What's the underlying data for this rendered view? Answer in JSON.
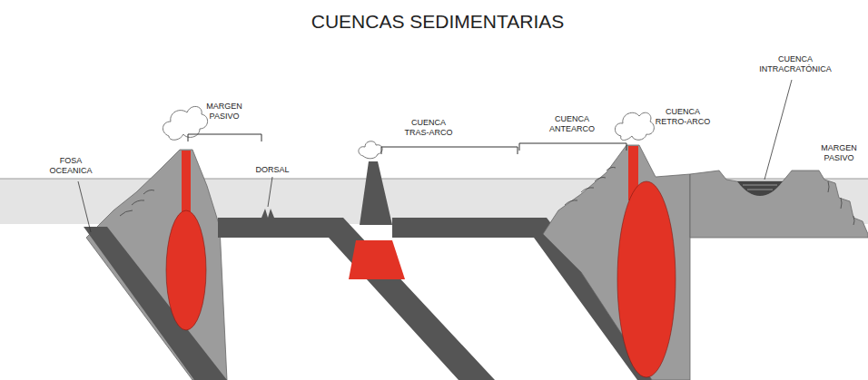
{
  "diagram": {
    "title": "CUENCAS SEDIMENTARIAS",
    "labels": [
      "FOSA OCEANICA",
      "MARGEN PASIVO",
      "DORSAL",
      "CUENCA TRAS-ARCO",
      "CUENCA ANTEARCO",
      "CUENCA RETRO-ARCO",
      "CUENCA INTRACRATÓNICA",
      "MARGEN PASIVO"
    ]
  }
}
